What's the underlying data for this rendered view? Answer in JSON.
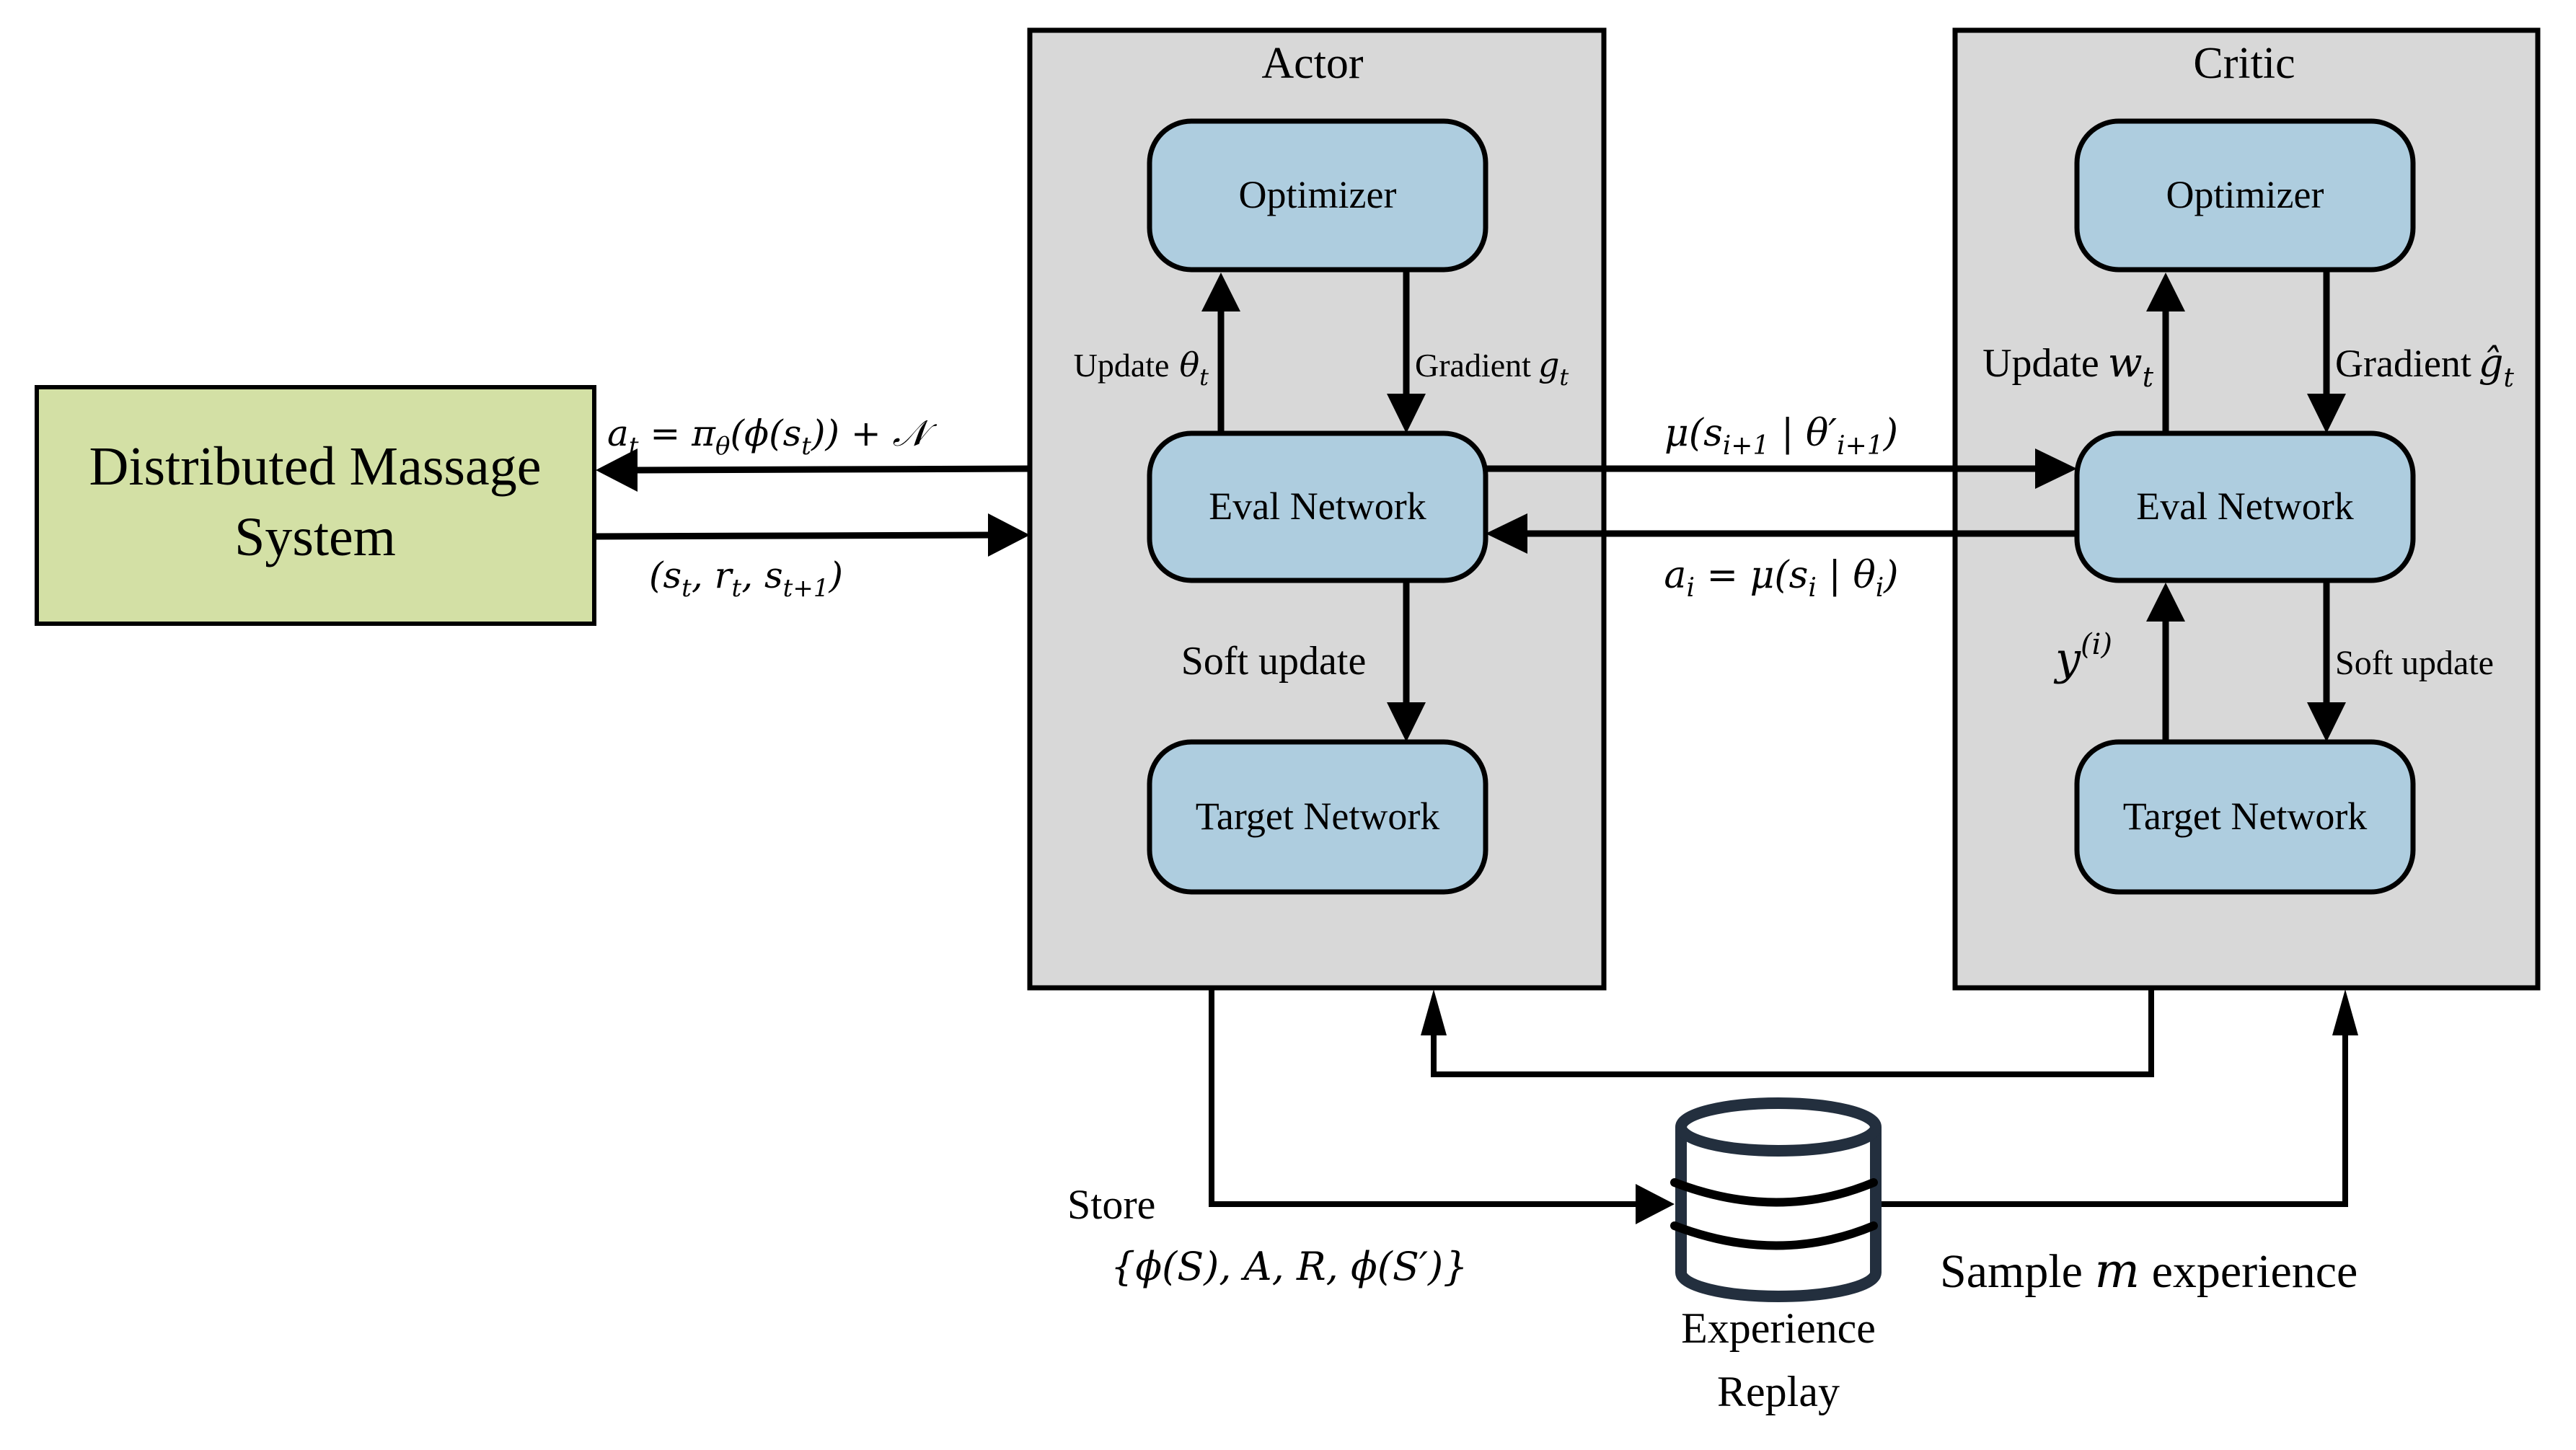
{
  "environment": {
    "label_line1": "Distributed Massage",
    "label_line2": "System",
    "color": "#d3e0a5"
  },
  "actor": {
    "title": "Actor",
    "optimizer": "Optimizer",
    "eval": "Eval Network",
    "target": "Target Network",
    "update_label": "Update",
    "update_symbol": "θ",
    "update_sub": "t",
    "gradient_label": "Gradient",
    "gradient_symbol": "g",
    "gradient_sub": "t",
    "soft_update": "Soft update"
  },
  "critic": {
    "title": "Critic",
    "optimizer": "Optimizer",
    "eval": "Eval Network",
    "target": "Target Network",
    "update_label": "Update",
    "update_symbol": "w",
    "update_sub": "t",
    "gradient_label": "Gradient",
    "gradient_symbol": "ĝ",
    "gradient_sub": "t",
    "soft_update": "Soft update",
    "target_value": "y",
    "target_value_sup": "(i)"
  },
  "edges": {
    "action_out": {
      "a": "a",
      "a_sub": "t",
      "eq": " = π",
      "pi_sub": "θ",
      "rest": "(ϕ(s",
      "s_sub": "t",
      "tail": ")) + 𝒩"
    },
    "transition_in": {
      "open": "(s",
      "s_sub": "t",
      "r": ", r",
      "r_sub": "t",
      "s2": ", s",
      "s2_sub": "t+1",
      "close": ")"
    },
    "actor_to_critic": {
      "head": "μ(s",
      "s_sub": "i+1",
      "mid": " | θ′",
      "th_sub": "i+1",
      "close": ")"
    },
    "critic_to_actor": {
      "a": "a",
      "a_sub": "i",
      "mid": " = μ(s",
      "s_sub": "i",
      "mid2": " | θ",
      "th_sub": "i",
      "close": ")"
    },
    "store_label": "Store",
    "store_tuple": "{ϕ(S), A, R, ϕ(S′)}",
    "sample_label_1": "Sample ",
    "sample_m": "m",
    "sample_label_2": " experience"
  },
  "replay": {
    "label_line1": "Experience",
    "label_line2": "Replay",
    "icon_color": "#232f3e"
  },
  "colors": {
    "panel": "#d8d8d8",
    "block": "#aecddf",
    "environment": "#d3e0a5",
    "stroke": "#000000"
  }
}
